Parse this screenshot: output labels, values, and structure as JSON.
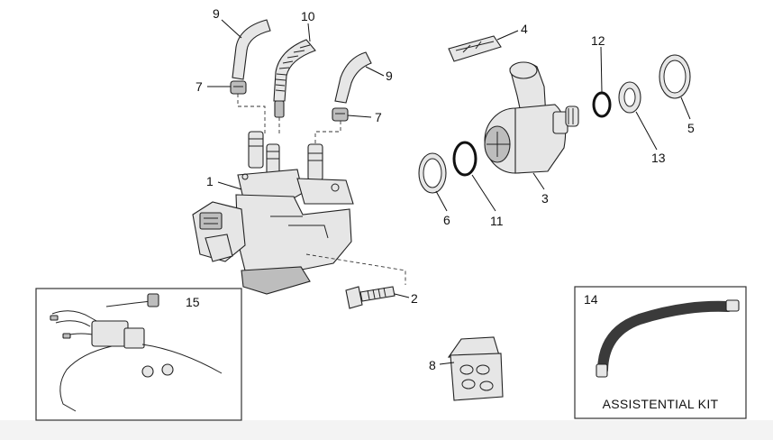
{
  "callouts": {
    "c1": "1",
    "c2": "2",
    "c3": "3",
    "c4": "4",
    "c5": "5",
    "c6": "6",
    "c7a": "7",
    "c7b": "7",
    "c8": "8",
    "c9a": "9",
    "c9b": "9",
    "c10": "10",
    "c11": "11",
    "c12": "12",
    "c13": "13",
    "c14": "14",
    "c15": "15"
  },
  "kit": {
    "label": "ASSISTENTIAL KIT"
  },
  "colors": {
    "background": "#f3f3f3",
    "panel": "#ffffff",
    "hose_dark": "#3a3a3a",
    "line": "#222222"
  }
}
